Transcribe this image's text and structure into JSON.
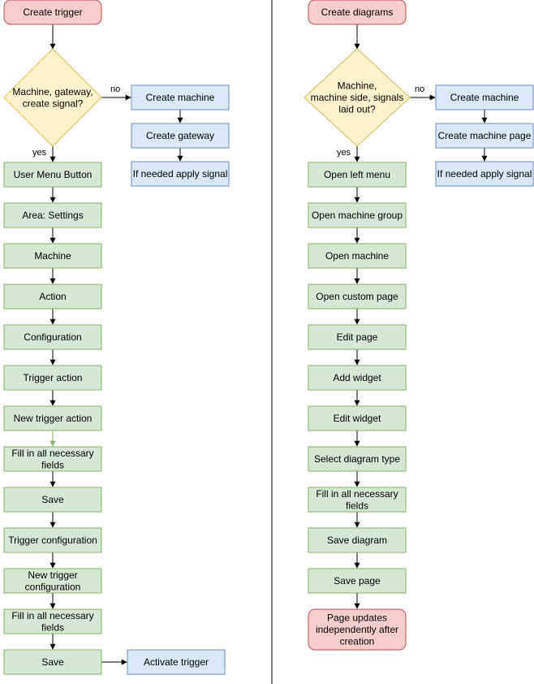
{
  "left": {
    "start": "Create trigger",
    "decision": [
      "Machine, gateway,",
      "create signal?"
    ],
    "no_label": "no",
    "yes_label": "yes",
    "no_branch": [
      "Create machine",
      "Create gateway",
      "If needed apply signal"
    ],
    "steps": [
      "User Menu Button",
      "Area: Settings",
      "Machine",
      "Action",
      "Configuration",
      "Trigger action",
      "New trigger action",
      "Fill in all necessary|fields",
      "Save",
      "Trigger configuration",
      "New trigger|configuration",
      "Fill in all necessary|fields",
      "Save"
    ],
    "final": "Activate trigger"
  },
  "right": {
    "start": "Create diagrams",
    "decision": [
      "Machine,",
      "machine side, signals",
      "laid out?"
    ],
    "no_label": "no",
    "yes_label": "yes",
    "no_branch": [
      "Create machine",
      "Create machine page",
      "If needed apply signal"
    ],
    "steps": [
      "Open left menu",
      "Open machine group",
      "Open machine",
      "Open custom page",
      "Edit page",
      "Add widget",
      "Edit widget",
      "Select diagram type",
      "Fill in all necessary|fields",
      "Save diagram",
      "Save page"
    ],
    "end": "Page updates|independently after|creation"
  }
}
